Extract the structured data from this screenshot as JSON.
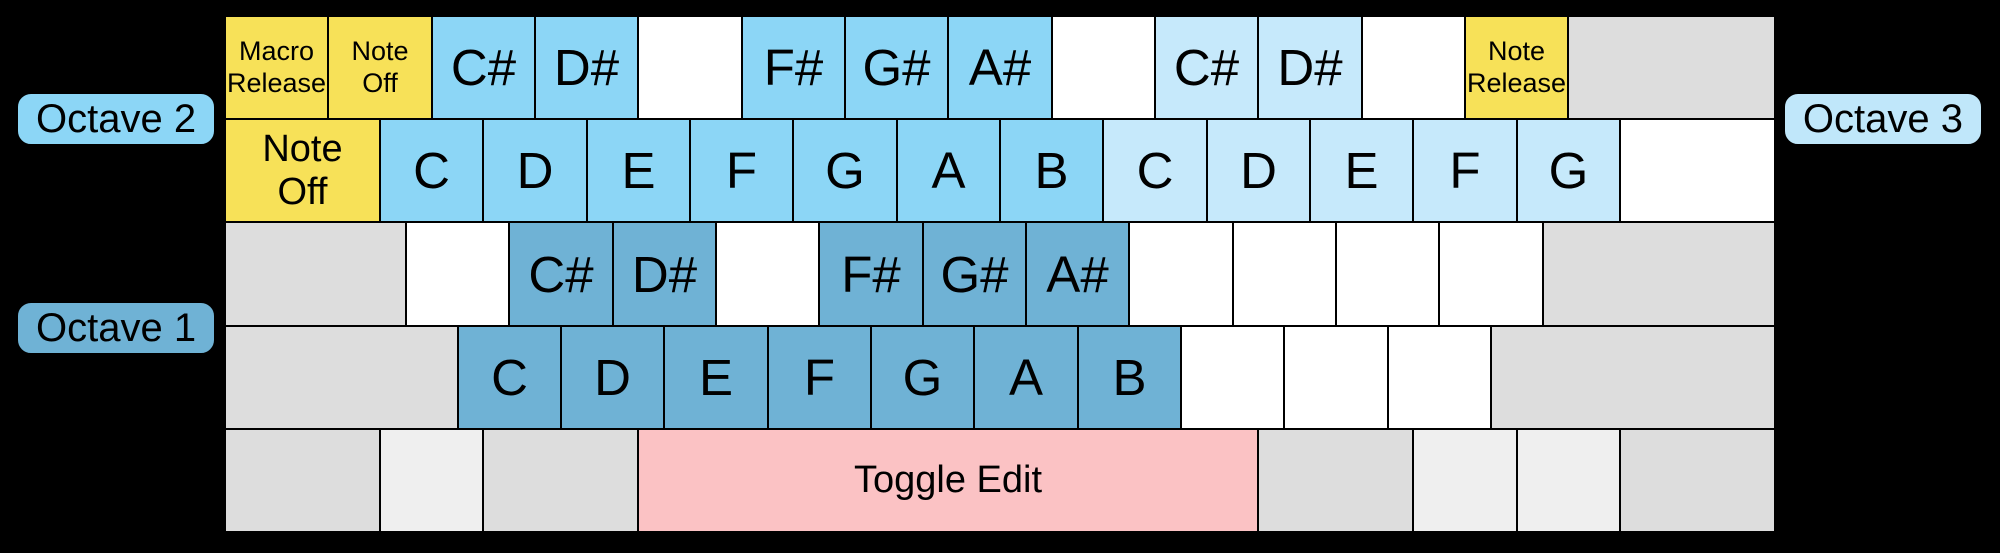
{
  "colors": {
    "background": "#000000",
    "border": "#000000",
    "octave1": "#6FB2D5",
    "octave2": "#8CD6F6",
    "octave3": "#C6E9FB",
    "yellow": "#F7E158",
    "blank": "#FFFFFF",
    "gray": "#DDDDDD",
    "grayLight": "#EFEFEF",
    "pink": "#FBC2C4"
  },
  "badges": {
    "octave2": {
      "label": "Octave 2",
      "color": "#8CD6F6"
    },
    "octave1": {
      "label": "Octave 1",
      "color": "#6FB2D5"
    },
    "octave3": {
      "label": "Octave 3",
      "color": "#C0E7FA"
    }
  },
  "keyboard": {
    "rows": [
      {
        "keys": [
          {
            "u": 1,
            "type": "yellow",
            "size": "sm",
            "lines": [
              "Macro",
              "Release"
            ]
          },
          {
            "u": 1,
            "type": "yellow",
            "size": "sm",
            "lines": [
              "Note",
              "Off"
            ]
          },
          {
            "u": 1,
            "type": "octave2",
            "label": "C#"
          },
          {
            "u": 1,
            "type": "octave2",
            "label": "D#"
          },
          {
            "u": 1,
            "type": "blank"
          },
          {
            "u": 1,
            "type": "octave2",
            "label": "F#"
          },
          {
            "u": 1,
            "type": "octave2",
            "label": "G#"
          },
          {
            "u": 1,
            "type": "octave2",
            "label": "A#"
          },
          {
            "u": 1,
            "type": "blank"
          },
          {
            "u": 1,
            "type": "octave3",
            "label": "C#"
          },
          {
            "u": 1,
            "type": "octave3",
            "label": "D#"
          },
          {
            "u": 1,
            "type": "blank"
          },
          {
            "u": 1,
            "type": "yellow",
            "size": "sm",
            "lines": [
              "Note",
              "Release"
            ]
          },
          {
            "u": 2,
            "type": "gray"
          }
        ]
      },
      {
        "keys": [
          {
            "u": 1.5,
            "type": "yellow",
            "size": "md",
            "lines": [
              "Note",
              "Off"
            ]
          },
          {
            "u": 1,
            "type": "octave2",
            "label": "C"
          },
          {
            "u": 1,
            "type": "octave2",
            "label": "D"
          },
          {
            "u": 1,
            "type": "octave2",
            "label": "E"
          },
          {
            "u": 1,
            "type": "octave2",
            "label": "F"
          },
          {
            "u": 1,
            "type": "octave2",
            "label": "G"
          },
          {
            "u": 1,
            "type": "octave2",
            "label": "A"
          },
          {
            "u": 1,
            "type": "octave2",
            "label": "B"
          },
          {
            "u": 1,
            "type": "octave3",
            "label": "C"
          },
          {
            "u": 1,
            "type": "octave3",
            "label": "D"
          },
          {
            "u": 1,
            "type": "octave3",
            "label": "E"
          },
          {
            "u": 1,
            "type": "octave3",
            "label": "F"
          },
          {
            "u": 1,
            "type": "octave3",
            "label": "G"
          },
          {
            "u": 1.5,
            "type": "blank"
          }
        ]
      },
      {
        "keys": [
          {
            "u": 1.75,
            "type": "gray"
          },
          {
            "u": 1,
            "type": "blank"
          },
          {
            "u": 1,
            "type": "octave1",
            "label": "C#"
          },
          {
            "u": 1,
            "type": "octave1",
            "label": "D#"
          },
          {
            "u": 1,
            "type": "blank"
          },
          {
            "u": 1,
            "type": "octave1",
            "label": "F#"
          },
          {
            "u": 1,
            "type": "octave1",
            "label": "G#"
          },
          {
            "u": 1,
            "type": "octave1",
            "label": "A#"
          },
          {
            "u": 1,
            "type": "blank"
          },
          {
            "u": 1,
            "type": "blank"
          },
          {
            "u": 1,
            "type": "blank"
          },
          {
            "u": 1,
            "type": "blank"
          },
          {
            "u": 2.25,
            "type": "gray"
          }
        ]
      },
      {
        "keys": [
          {
            "u": 2.25,
            "type": "gray"
          },
          {
            "u": 1,
            "type": "octave1",
            "label": "C"
          },
          {
            "u": 1,
            "type": "octave1",
            "label": "D"
          },
          {
            "u": 1,
            "type": "octave1",
            "label": "E"
          },
          {
            "u": 1,
            "type": "octave1",
            "label": "F"
          },
          {
            "u": 1,
            "type": "octave1",
            "label": "G"
          },
          {
            "u": 1,
            "type": "octave1",
            "label": "A"
          },
          {
            "u": 1,
            "type": "octave1",
            "label": "B"
          },
          {
            "u": 1,
            "type": "blank"
          },
          {
            "u": 1,
            "type": "blank"
          },
          {
            "u": 1,
            "type": "blank"
          },
          {
            "u": 2.75,
            "type": "gray"
          }
        ]
      },
      {
        "keys": [
          {
            "u": 1.5,
            "type": "gray"
          },
          {
            "u": 1,
            "type": "grayLight"
          },
          {
            "u": 1.5,
            "type": "gray"
          },
          {
            "u": 6,
            "type": "pink",
            "size": "md",
            "label": "Toggle Edit"
          },
          {
            "u": 1.5,
            "type": "gray"
          },
          {
            "u": 1,
            "type": "grayLight"
          },
          {
            "u": 1,
            "type": "grayLight"
          },
          {
            "u": 1.5,
            "type": "gray"
          }
        ]
      }
    ]
  }
}
